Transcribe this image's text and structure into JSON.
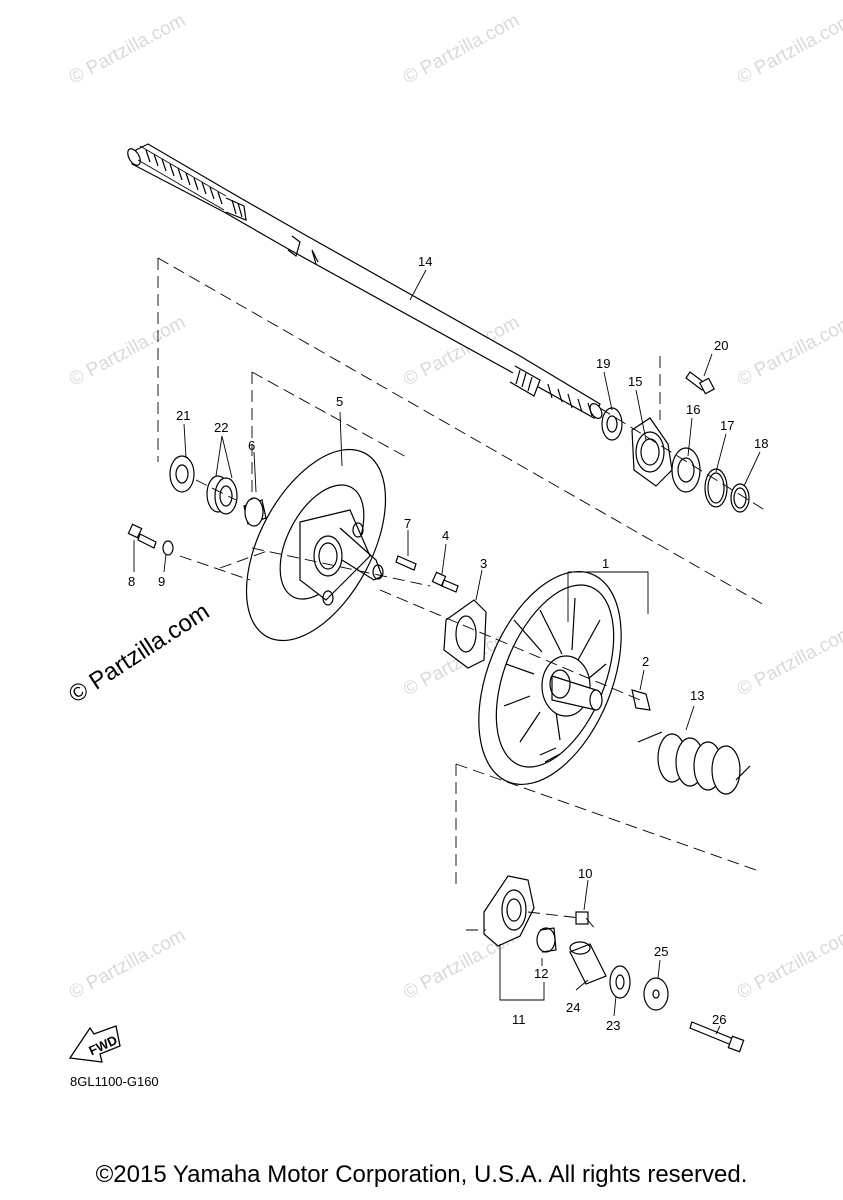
{
  "watermark": "© Partzilla.com",
  "partzilla_mark": "© Partzilla.com",
  "diagram_code": "8GL1100-G160",
  "copyright": "©2015 Yamaha Motor Corporation, U.S.A. All rights reserved.",
  "fwd_label": "FWD",
  "callouts": [
    "1",
    "2",
    "3",
    "4",
    "5",
    "6",
    "7",
    "8",
    "9",
    "10",
    "11",
    "12",
    "13",
    "14",
    "15",
    "16",
    "17",
    "18",
    "19",
    "20",
    "21",
    "22",
    "23",
    "24",
    "25",
    "26"
  ],
  "colors": {
    "line": "#000000",
    "watermark": "#d9d9d9"
  }
}
